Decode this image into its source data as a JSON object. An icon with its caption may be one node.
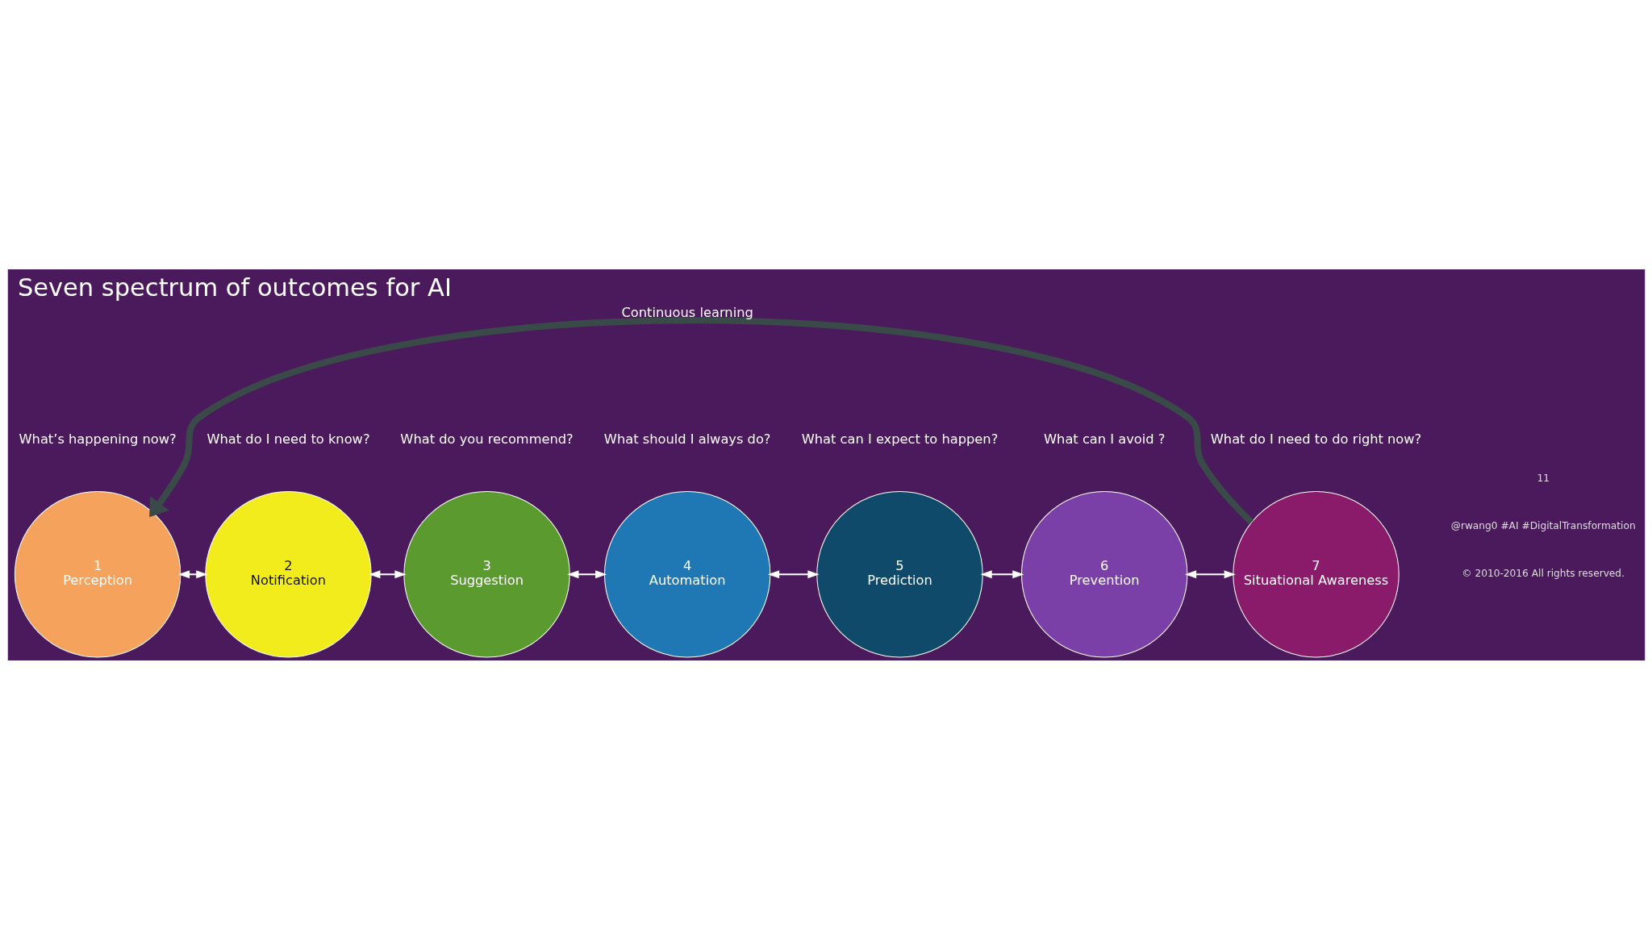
{
  "diagram": {
    "title": "Seven spectrum of outcomes for AI",
    "nodes": [
      {
        "text": [
          "1",
          "Perception"
        ],
        "beside": [
          "What’s happening now?"
        ]
      },
      {
        "text": [
          "2",
          "Notification"
        ],
        "beside": [
          "What do I need to know?"
        ]
      },
      {
        "text": [
          "3",
          "Suggestion"
        ],
        "beside": [
          "What do you recommend?"
        ]
      },
      {
        "text": [
          "4",
          "Automation"
        ],
        "beside": [
          "What should I always do?"
        ]
      },
      {
        "text": [
          "5",
          "Prediction"
        ],
        "beside": [
          "What can I expect to happen?"
        ]
      },
      {
        "text": [
          "6",
          "Prevention"
        ],
        "beside": [
          "What can I avoid ?"
        ]
      },
      {
        "text": [
          "7",
          "Situational Awareness"
        ],
        "beside": [
          "What do I need to do right now?"
        ]
      }
    ],
    "edges": [
      {
        "from": 0,
        "to": 1,
        "arrow": "both"
      },
      {
        "from": 1,
        "to": 2,
        "arrow": "both"
      },
      {
        "from": 2,
        "to": 3,
        "arrow": "both"
      },
      {
        "from": 3,
        "to": 4,
        "arrow": "both"
      },
      {
        "from": 4,
        "to": 5,
        "arrow": "both"
      },
      {
        "from": 5,
        "to": 6,
        "arrow": "both"
      },
      {
        "from": 6,
        "to": 0,
        "arrow": "to",
        "label": "Continuous learning",
        "style": "thick",
        "color": "#3a4a48"
      }
    ],
    "labels": [
      "© 2010-2016 All rights reserved.",
      "@rwang0 #AI #DigitalTransformation",
      "11"
    ]
  }
}
